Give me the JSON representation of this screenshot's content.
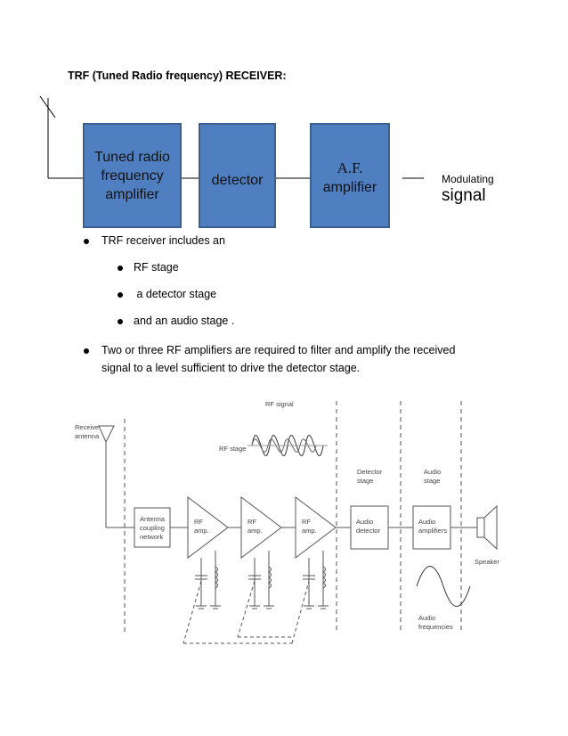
{
  "heading": "TRF (Tuned Radio frequency) RECEIVER:",
  "block_diagram": {
    "blocks": [
      {
        "lines": [
          "Tuned radio",
          "frequency",
          "amplifier"
        ]
      },
      {
        "lines": [
          "detector"
        ]
      },
      {
        "lines": [
          "A.F.",
          "amplifier"
        ]
      }
    ],
    "output_label_small": "Modulating",
    "output_label_large": "signal"
  },
  "bullets": [
    {
      "text": "TRF receiver  includes an",
      "level": 1
    },
    {
      "text": "RF stage",
      "level": 2
    },
    {
      "text": " a detector stage",
      "level": 2
    },
    {
      "text": "and an audio stage .",
      "level": 2
    },
    {
      "text": "Two or three RF amplifiers are required to filter and amplify the received",
      "level": 1
    },
    {
      "text": "signal to a level sufficient to drive the detector stage.",
      "level": 0
    }
  ],
  "figure": {
    "receive_antenna": [
      "Receive",
      "antenna"
    ],
    "rf_signal": "RF signal",
    "rf_stage": "RF stage",
    "detector_stage": [
      "Detector",
      "stage"
    ],
    "audio_stage": [
      "Audio",
      "stage"
    ],
    "coupling": [
      "Antenna",
      "coupling",
      "network"
    ],
    "rf_amp": [
      "RF",
      "amp."
    ],
    "audio_detector": [
      "Audio",
      "detector"
    ],
    "audio_amplifiers": [
      "Audio",
      "amplifiers"
    ],
    "speaker": "Speaker",
    "audio_frequencies": [
      "Audio",
      "frequencies"
    ]
  }
}
